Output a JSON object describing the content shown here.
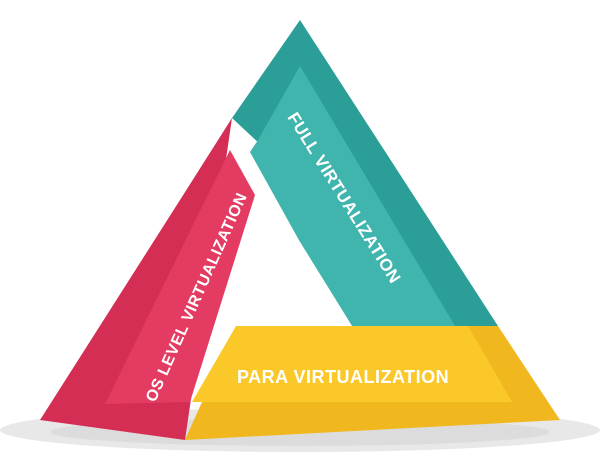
{
  "diagram": {
    "segments": [
      {
        "label": "FULL VIRTUALIZATION",
        "color": "#2A9E97",
        "inner_color": "#3FB5AE"
      },
      {
        "label": "OS LEVEL VIRTUALIZATION",
        "color": "#D42E55",
        "inner_color": "#E43B62"
      },
      {
        "label": "PARA VIRTUALIZATION",
        "color": "#F0B81E",
        "inner_color": "#FBC82A"
      }
    ],
    "background": "#FFFFFF",
    "shadow_color": "#E6E6E6"
  }
}
